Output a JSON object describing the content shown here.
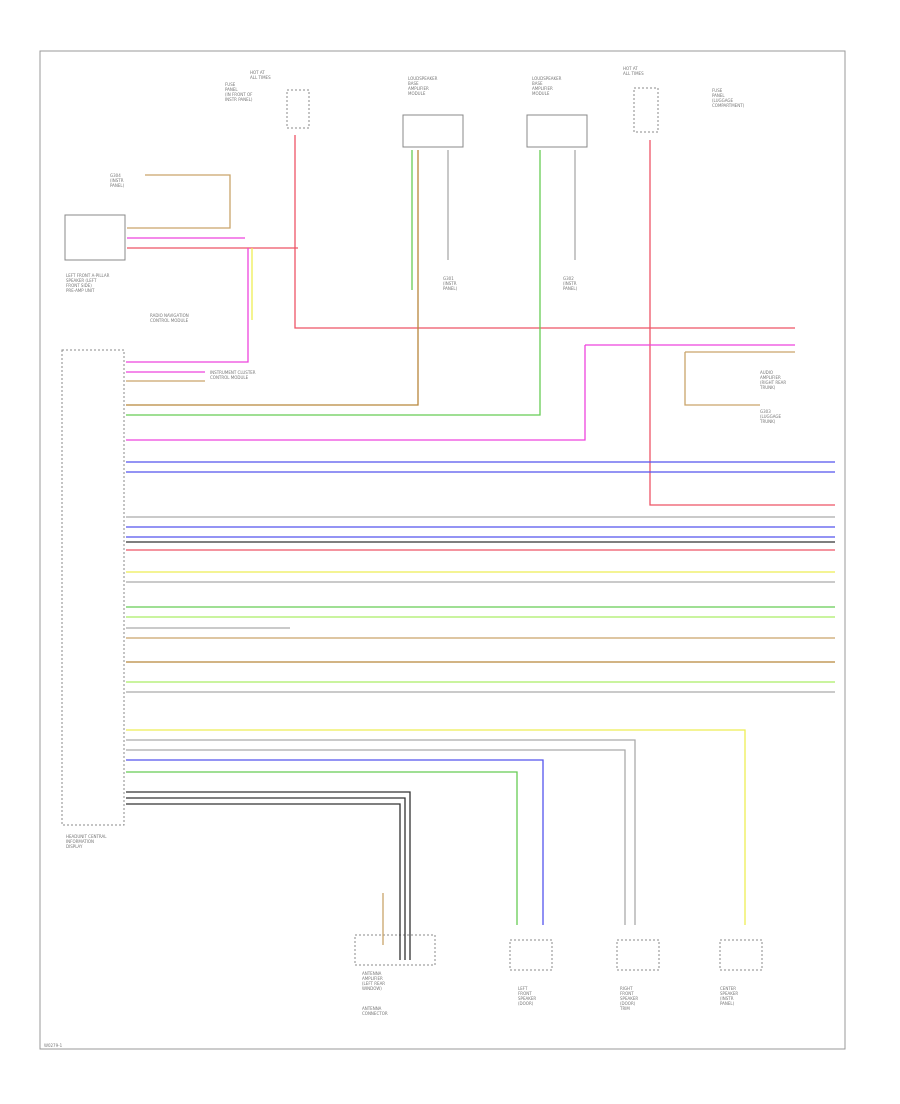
{
  "footer_code": "W0279-1",
  "top_labels": {
    "fuse_left": [
      "HOT AT",
      "ALL TIMES"
    ],
    "fuse_right": [
      "HOT AT",
      "ALL TIMES"
    ],
    "fuse_left_desc": [
      "FUSE",
      "PANEL",
      "(IN FRONT OF",
      "INSTR PANEL)"
    ],
    "fuse_right_desc": [
      "FUSE",
      "PANEL",
      "(LUGGAGE",
      "COMPARTMENT)"
    ],
    "mod_a": [
      "LOUDSPEAKER",
      "BASE",
      "AMPLIFIER",
      "MODULE"
    ],
    "mod_b": [
      "LOUDSPEAKER",
      "BASE",
      "AMPLIFIER",
      "MODULE"
    ],
    "ground_a": [
      "G301",
      "(INSTR",
      "PANEL)"
    ],
    "ground_b": [
      "G302",
      "(INSTR",
      "PANEL)"
    ],
    "ground_c": [
      "G303",
      "(LUGGAGE",
      "TRUNK)"
    ],
    "ground_top": [
      "G304",
      "(INSTR",
      "PANEL)"
    ]
  },
  "left_labels": {
    "module1": [
      "LEFT FRONT A-PILLAR",
      "SPEAKER (LEFT",
      "FRONT SIDE)",
      "PRE-AMP UNIT"
    ],
    "splice": [
      "RADIO NAVIGATION",
      "CONTROL MODULE"
    ],
    "module2": [
      "INSTRUMENT CLUSTER",
      "CONTROL MODULE"
    ],
    "main_unit": [
      "HEADUNIT CENTRAL",
      "INFORMATION",
      "DISPLAY"
    ],
    "right_connector": [
      "AUDIO",
      "AMPLIFIER",
      "(RIGHT REAR",
      "TRUNK)"
    ]
  },
  "bottom_labels": {
    "mod_radio": [
      "ANTENNA",
      "AMPLIFIER",
      "(LEFT REAR",
      "WINDOW)"
    ],
    "mod_radio_sub": [
      "ANTENNA",
      "CONNECTOR"
    ],
    "mod_spk1": [
      "LEFT",
      "FRONT",
      "SPEAKER",
      "(DOOR)"
    ],
    "mod_spk2": [
      "RIGHT",
      "FRONT",
      "SPEAKER",
      "(DOOR)",
      "TRIM"
    ],
    "mod_spk3": [
      "CENTER",
      "SPEAKER",
      "(INSTR",
      "PANEL)"
    ]
  },
  "colors": {
    "frame": "#999999",
    "box": "#888888",
    "red": "#ee5566",
    "pink": "#ee44dd",
    "tan": "#c9a46a",
    "yellow": "#eeee55",
    "green": "#66cc55",
    "blue": "#5555ee",
    "gray": "#aaaaaa",
    "black": "#333333",
    "brown": "#b8863b",
    "lightgreen": "#aaee66"
  }
}
